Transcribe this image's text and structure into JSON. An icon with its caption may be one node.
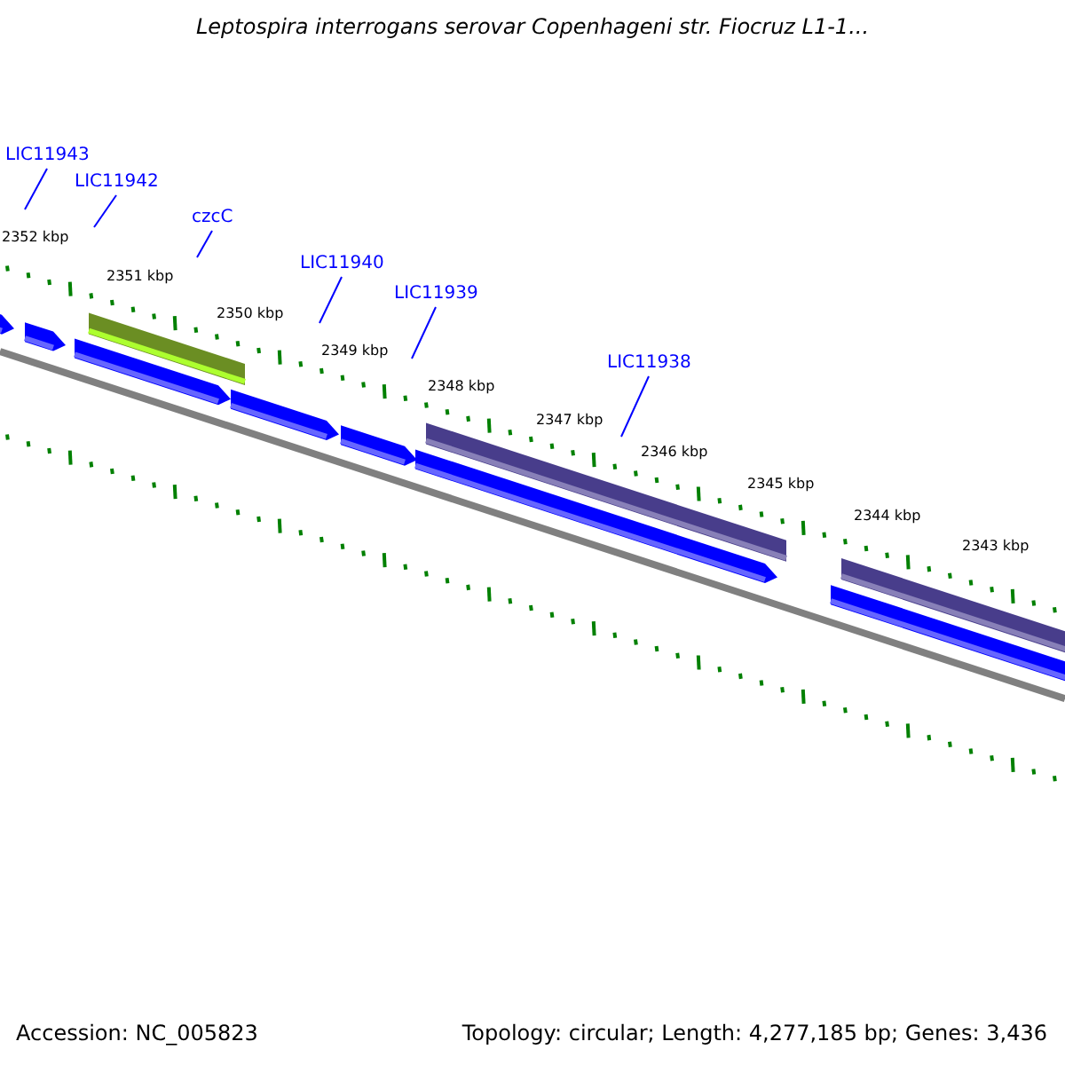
{
  "diagram": {
    "title": "Leptospira interrogans serovar Copenhageni str. Fiocruz L1-1...",
    "nodes": [
      {
        "text": [
          "LIC11943"
        ]
      },
      {
        "text": [
          "LIC11942"
        ]
      },
      {
        "text": [
          "czcC"
        ]
      },
      {
        "text": [
          "LIC11940"
        ]
      },
      {
        "text": [
          "LIC11939"
        ]
      },
      {
        "text": [
          "LIC11938"
        ]
      }
    ],
    "edges": [
      {
        "from": 0,
        "to": null,
        "arrow": "none"
      },
      {
        "from": 1,
        "to": null,
        "arrow": "none"
      },
      {
        "from": 2,
        "to": null,
        "arrow": "none"
      },
      {
        "from": 3,
        "to": null,
        "arrow": "none"
      },
      {
        "from": 4,
        "to": null,
        "arrow": "none"
      },
      {
        "from": 5,
        "to": null,
        "arrow": "none"
      }
    ],
    "labels": [
      "2352 kbp",
      "2351 kbp",
      "2350 kbp",
      "2349 kbp",
      "2348 kbp",
      "2347 kbp",
      "2346 kbp",
      "2345 kbp",
      "2344 kbp",
      "2343 kbp",
      "Accession: NC_005823",
      "Topology: circular; Length: 4,277,185 bp; Genes: 3,436"
    ]
  }
}
